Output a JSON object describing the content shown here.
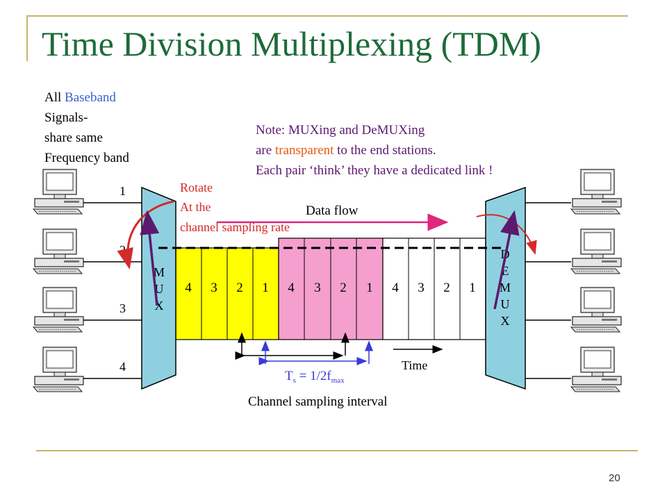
{
  "title": "Time Division Multiplexing (TDM)",
  "left_note": {
    "line1_prefix": "All ",
    "line1_highlight": "Baseband",
    "line2": "Signals-",
    "line3": "share same",
    "line4": "Frequency band"
  },
  "note": {
    "line1": "Note: MUXing and DeMUXing",
    "line2_prefix": "are ",
    "line2_highlight": "transparent",
    "line2_suffix": " to the end stations.",
    "line3": "Each pair ‘think’ they have a dedicated link !"
  },
  "rotate": {
    "line1": "Rotate",
    "line2": "At the",
    "line3": "channel sampling rate"
  },
  "data_flow_label": "Data flow",
  "input_labels": [
    "1",
    "2",
    "3",
    "4"
  ],
  "mux_letters": [
    "M",
    "U",
    "X"
  ],
  "demux_letters": [
    "D",
    "E",
    "M",
    "U",
    "X"
  ],
  "frames": [
    {
      "color": "#ffff00",
      "slots": [
        "4",
        "3",
        "2",
        "1"
      ]
    },
    {
      "color": "#f59fcf",
      "slots": [
        "4",
        "3",
        "2",
        "1"
      ]
    },
    {
      "color": "#ffffff",
      "slots": [
        "4",
        "3",
        "2",
        "1"
      ]
    }
  ],
  "time_label": "Time",
  "ts_label": {
    "main": "T",
    "sub1": "s",
    "mid": " = 1/2f",
    "sub2": "max"
  },
  "channel_sampling_interval": "Channel sampling interval",
  "page_number": "20",
  "colors": {
    "title": "#1e6b3a",
    "rule": "#c8b46a",
    "mux_fill": "#8fd0e0",
    "arrow_red": "#d42a2a",
    "arrow_purple": "#5b1a6e",
    "data_flow_arrow": "#e0267a",
    "interval_blue": "#3a3adb"
  },
  "icons": [
    "computer-icon"
  ]
}
